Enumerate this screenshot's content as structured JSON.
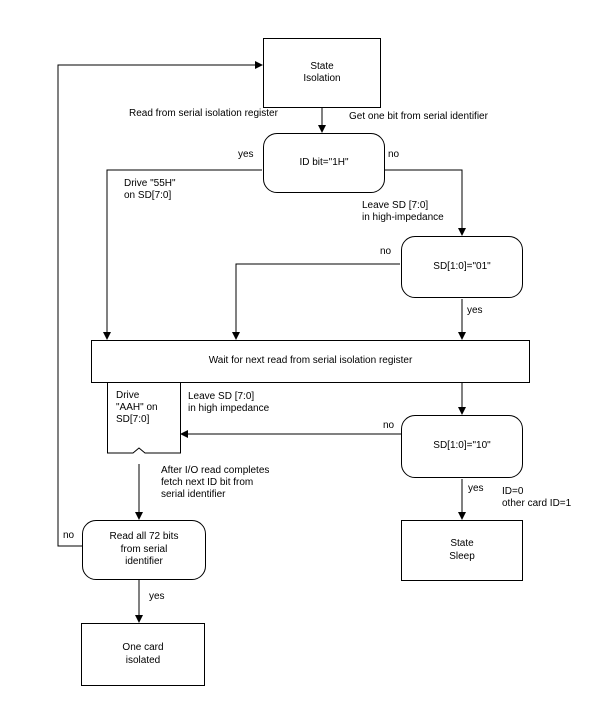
{
  "nodes": {
    "state_isolation": "State\nIsolation",
    "id_bit_check": "ID bit=\"1H\"",
    "sd_01_check": "SD[1:0]=\"01\"",
    "wait_read": "Wait for next read from serial isolation register",
    "drive_aah": "Drive\n\"AAH\" on\nSD[7:0]",
    "sd_10_check": "SD[1:0]=\"10\"",
    "read_72_bits": "Read all 72 bits\nfrom serial\nidentifier",
    "state_sleep": "State\nSleep",
    "one_card_isolated": "One card\nisolated"
  },
  "labels": {
    "read_serial_reg": "Read from serial isolation register",
    "get_one_bit": "Get one bit from serial identifier",
    "yes_1": "yes",
    "no_1": "no",
    "drive_55h": "Drive \"55H\"\non SD[7:0]",
    "leave_sd_high_z": "Leave SD [7:0]\nin high-impedance",
    "no_2": "no",
    "yes_2": "yes",
    "leave_sd_high_imp": "Leave SD [7:0]\nin high impedance",
    "no_3": "no",
    "after_io_read": "After I/O read completes\nfetch next ID bit from\nserial identifier",
    "yes_3": "yes",
    "id_values": "ID=0\nother card ID=1",
    "no_4": "no",
    "yes_4": "yes"
  }
}
